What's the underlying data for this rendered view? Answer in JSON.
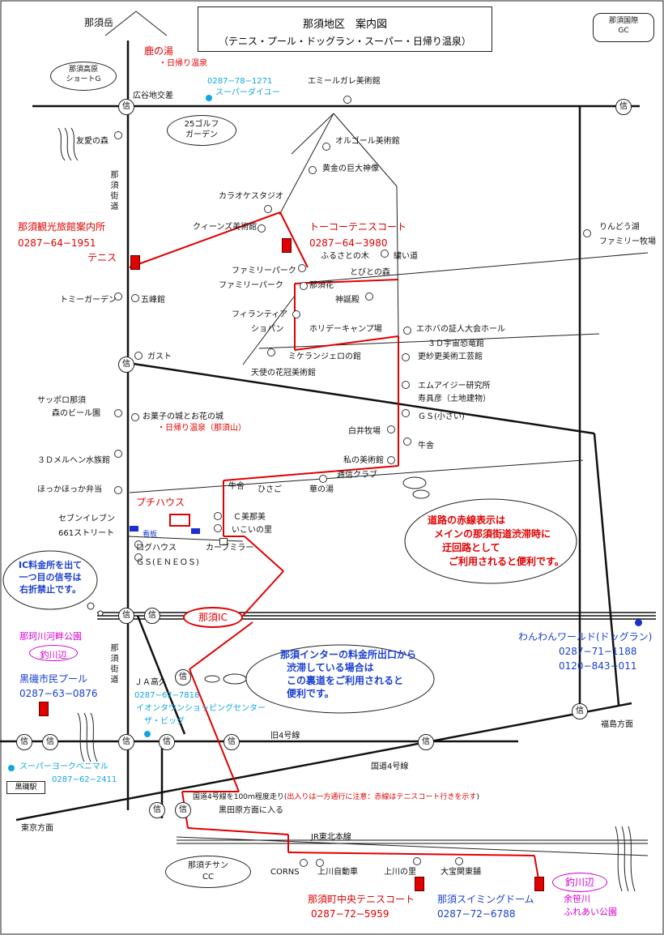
{
  "title": {
    "line1": "那須地区　案内図",
    "line2": "（テニス・プール・ドッグラン・スーパー・日帰り温泉）"
  },
  "signal_glyph": "信",
  "landmarks": {
    "nasudake": "那須岳",
    "kogen_golf": [
      "那須高原",
      "ショートG"
    ],
    "golf25": [
      "25ゴルフ",
      "ガーデン"
    ],
    "kokusai_gc": [
      "那須国際",
      "GC"
    ],
    "chisan_cc": [
      "那須チサン",
      "CC"
    ],
    "kaisatsu": "黒磯駅"
  },
  "roads": {
    "kaido_upper": "那須街道",
    "kaido_lower": "那須街道",
    "kyu4": "旧4号線",
    "kokudo4": "国道4号線",
    "jr": "JR東北本線",
    "tokyo": "東京方面",
    "fukushima": "福島方面",
    "kokudo4_note_prefix": "国道4号線を100ｍ程度走り(",
    "kokudo4_note_red": "出入りは一方通行に注意：赤線はテニスコート行きを示す",
    "kokudo4_note_suffix": ")",
    "kurodahara": "黒田原方面に入る"
  },
  "places": {
    "shikanoyu": "鹿の湯",
    "shikanoyu_sub": "・日帰り温泉",
    "hirotani": "広谷地交差",
    "super_daiyu_tel": "0287−78−1271",
    "super_daiyu": "スーパーダイユー",
    "emile": "エミールガレ美術館",
    "yuai": "友愛の森",
    "orgel": "オルゴール美術館",
    "ogon": "黄金の巨大神像",
    "karaoke": "カラオケスタジオ",
    "queens": "クィーンズ美術館",
    "rindo": "りんどう湖",
    "rindo_sub": "ファミリー牧場",
    "kanko_name": "那須観光旅館案内所",
    "kanko_tel": "0287−64−1951",
    "kanko_tennis": "テニス",
    "toko_name": "トーコーテニスコート",
    "toko_tel": "0287−64−3980",
    "furusato": "ふるさとの木",
    "tsuburoi": "繍い道",
    "family1": "ファミリーパーク",
    "family2": "ファミリーパーク",
    "tobiishi": "とびとの森",
    "nasuhana": "那須花",
    "shinsoden": "神誕殿",
    "tommy": "トミーガーデン",
    "goho": "五峰館",
    "filanthia": "フィランティア",
    "chopan": "ショパン",
    "holiday": "ホリデーキャンプ場",
    "ehoba": "エホバの証人大会ホール",
    "uchu3d": "３Ｄ宇宙恐竜館",
    "gust": "ガスト",
    "michelangelo": "ミケランジェロの館",
    "wearable": "更紗更美術工芸館",
    "tenshi": "天使の花冠美術館",
    "emu": "エムアイジー研究所",
    "jukyo": "寿具彦（土地建物）",
    "sapporo1": "サッポロ那須",
    "sapporo2": "森のビール園",
    "okashi": "お菓子の城とお花の城",
    "okashi_sub": "・日帰り温泉（那須山）",
    "gs_small": "ＧＳ(小さい)",
    "shirai": "白井牧場",
    "gyusha": "牛舎",
    "merhen": "３Ｄメルヘン水族館",
    "watashi": "私の美術館",
    "teishin": "逓信クラブ",
    "hokka": "ほっかほっか弁当",
    "gyusha2": "牛舎",
    "hisago": "ひさご",
    "yakuzaki": "華の湯",
    "puchi": "プチハウス",
    "seven": "セブンイレブン",
    "c_bijutsu": "Ｃ美那美",
    "street661": "661ストリート",
    "kanban": "看板",
    "ikoi": "いこいの里",
    "loghouse": "ログハウス",
    "carbmirror": "カーブミラー",
    "gs_eneos": "ＧＳ(ＥＮＥＯＳ)",
    "nasu_ic": "那須IC",
    "wanwan": "わんわんワールド(ドッグラン)",
    "wanwan_tel1": "0287−71−1188",
    "wanwan_tel2": "0120−843−011",
    "nakagawa": "那珂川河畔公園",
    "tsurikawa1": "釣川辺",
    "kuroiso_pool": "黒磯市民プール",
    "kuroiso_tel": "0287−63−0876",
    "ja": "ＪＡ高久",
    "ja_tel": "0287−62−7818",
    "aeon": "イオンタウンショッピングセンター",
    "aeon_sub": "ザ・ビッグ",
    "super_york": "スーパーヨークベニマル",
    "super_york_tel": "0287−62−2411",
    "corns": "CORNS",
    "kamikawa_car": "上川自動車",
    "kamikawa_sato": "上川の里",
    "taiho": "大宝関東舗",
    "chuo_name": "那須町中央テニスコート",
    "chuo_tel": "0287−72−5959",
    "swim_name": "那須スイミングドーム",
    "swim_tel": "0287−72−6788",
    "tsurikawa2": "釣川辺",
    "yosasa1": "余笹川",
    "yosasa2": "ふれあい公園"
  },
  "callouts": {
    "ic_note": [
      "IC料金所を出て",
      "一つ目の信号は",
      "右折禁止です。"
    ],
    "red_note": [
      "道路の赤線表示は",
      "メインの那須街道渋滞時に",
      "迂回路として",
      "ご利用されると便利です。"
    ],
    "inter_note": [
      "那須インターの料金所出口から",
      "渋滞している場合は",
      "この裏道をご利用されると",
      "便利です。"
    ]
  },
  "colors": {
    "road": "#111111",
    "route": "#e00000",
    "blue": "#1a3fd0",
    "cyan": "#11a6e0",
    "magenta": "#d000d0"
  }
}
